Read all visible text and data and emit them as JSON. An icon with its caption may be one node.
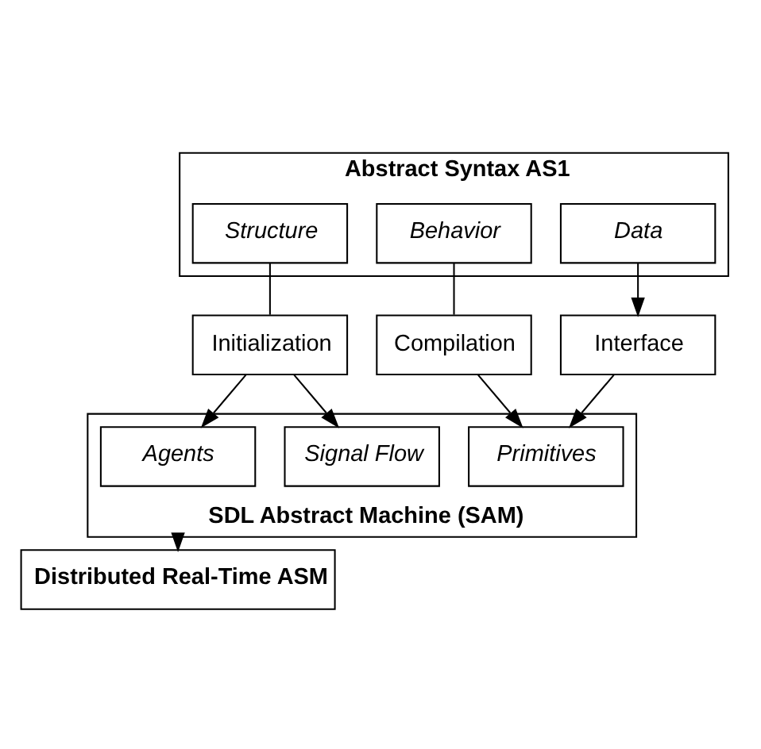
{
  "diagram": {
    "nodes": [
      {
        "text": [
          "Abstract Syntax AS1"
        ]
      },
      {
        "text": [
          "Structure"
        ],
        "in": 0
      },
      {
        "text": [
          "Behavior"
        ],
        "in": 0
      },
      {
        "text": [
          "Data"
        ],
        "in": 0
      },
      {
        "text": [
          "Initialization"
        ]
      },
      {
        "text": [
          "Compilation"
        ]
      },
      {
        "text": [
          "Interface"
        ]
      },
      {
        "text": [
          "SDL Abstract Machine (SAM)"
        ]
      },
      {
        "text": [
          "Signal Flow"
        ],
        "in": 7
      },
      {
        "text": [
          "Agents"
        ],
        "in": 7
      },
      {
        "text": [
          "Primitives"
        ],
        "in": 7
      },
      {
        "text": [
          "Distributed Real-Time ASM"
        ]
      }
    ],
    "edges": [
      {
        "from": 1,
        "to": 4,
        "arrow": "none"
      },
      {
        "from": 2,
        "to": 5,
        "arrow": "none"
      },
      {
        "from": 3,
        "to": 6,
        "arrow": "to"
      },
      {
        "from": 4,
        "to": 8,
        "arrow": "to"
      },
      {
        "from": 4,
        "to": 9,
        "arrow": "to"
      },
      {
        "from": 5,
        "to": 10,
        "arrow": "to"
      },
      {
        "from": 6,
        "to": 10,
        "arrow": "to"
      },
      {
        "from": 7,
        "to": 11,
        "arrow": "to"
      }
    ]
  }
}
